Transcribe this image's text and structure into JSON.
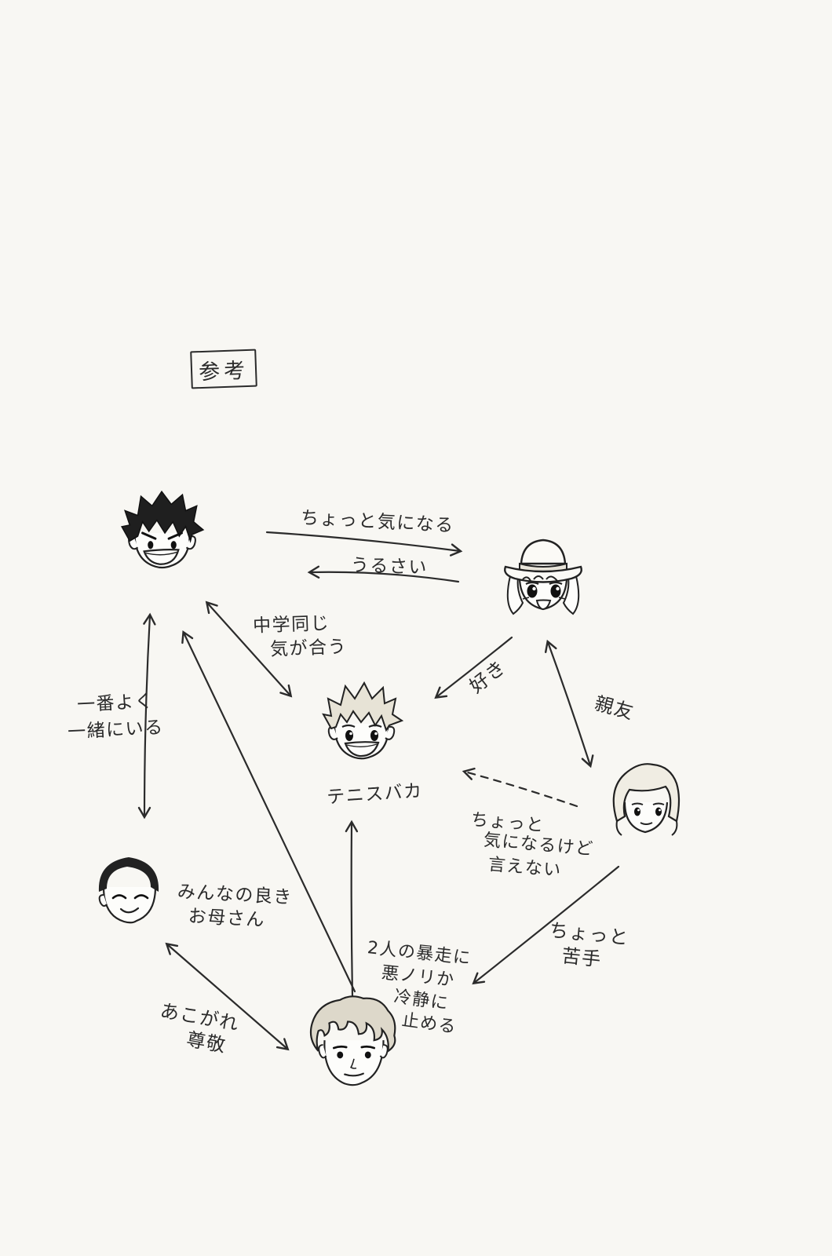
{
  "reference_box": {
    "label": "参考"
  },
  "captions": {
    "tennis_baka": "テニスバカ",
    "mother_line1": "みんなの良き",
    "mother_line2": "お母さん"
  },
  "relationships": {
    "curious": {
      "label": "ちょっと気になる"
    },
    "noisy": {
      "label": "うるさい"
    },
    "same_school": {
      "line1": "中学同じ",
      "line2": "気が合う"
    },
    "like": {
      "label": "好き"
    },
    "best_friends": {
      "label": "親友"
    },
    "always_together": {
      "line1": "一番よく",
      "line2": "一緒にいる"
    },
    "secret_crush": {
      "line1": "ちょっと",
      "line2": "気になるけど",
      "line3": "言えない"
    },
    "admiration": {
      "line1": "あこがれ",
      "line2": "尊敬"
    },
    "restrain": {
      "line1": "2人の暴走に",
      "line2": "悪ノリか",
      "line3": "冷静に",
      "line4": "止める"
    },
    "awkward": {
      "line1": "ちょっと",
      "line2": "苦手"
    }
  }
}
